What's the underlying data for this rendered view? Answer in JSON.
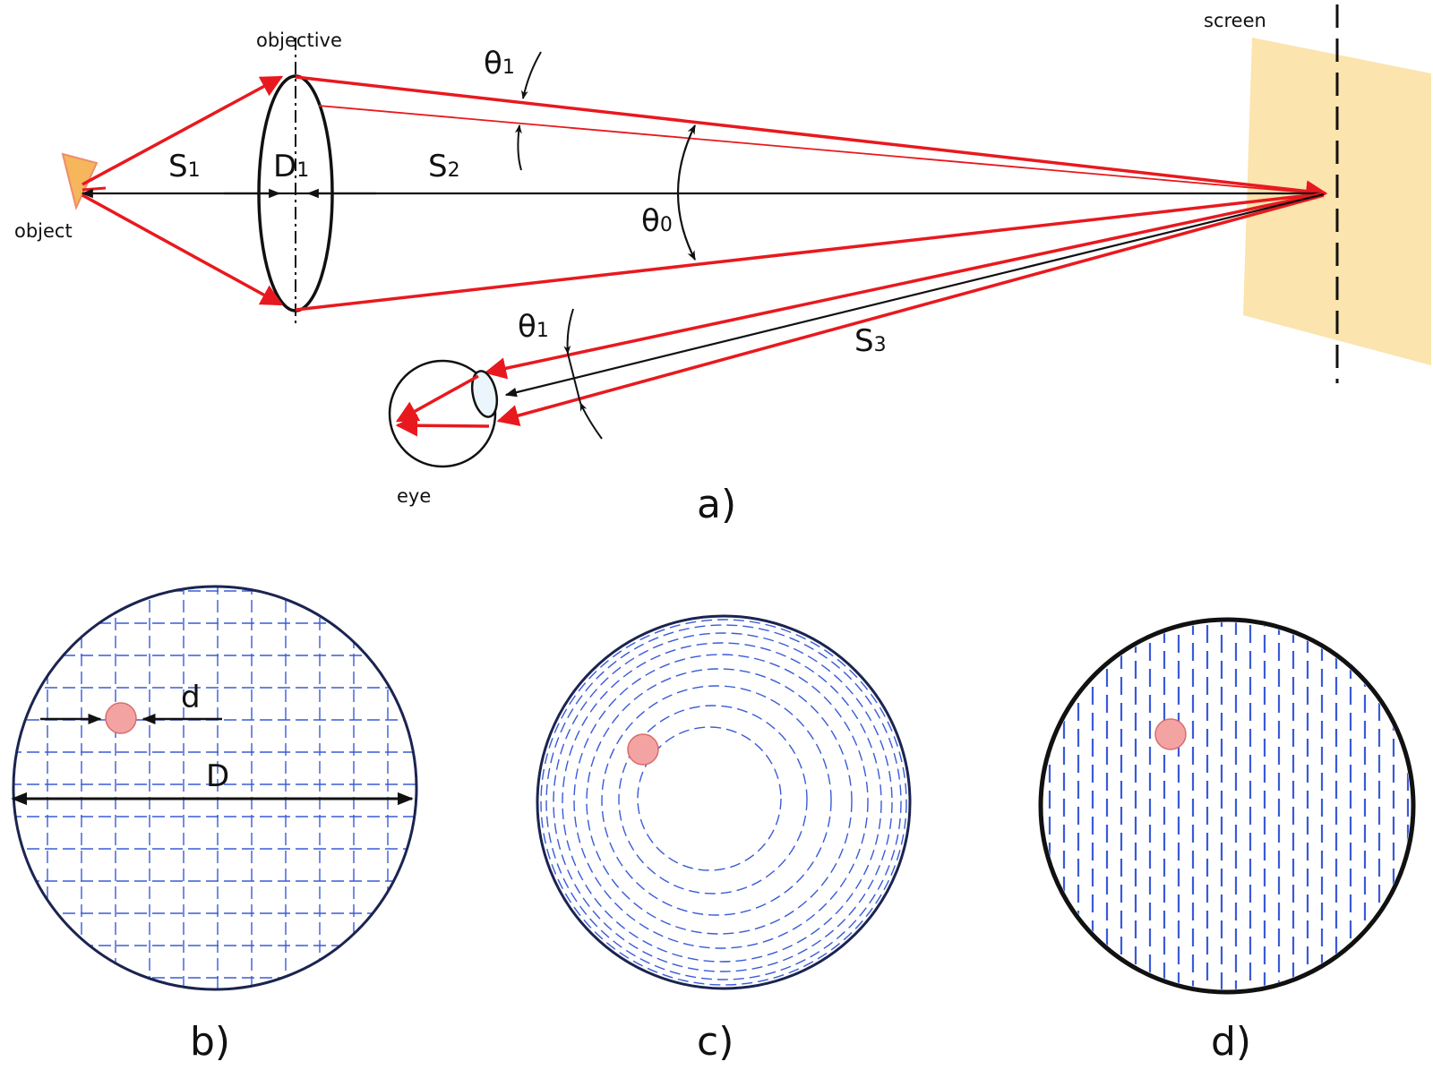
{
  "colors": {
    "ray": "#e8191e",
    "axis": "#111111",
    "screen": "#fbe4ad",
    "object": "#f6b65c",
    "grid_line": "#3a5bd6",
    "spot": "#f4a3a3",
    "aperture_border": "#1b2450"
  },
  "panel_a": {
    "caption": "a)",
    "labels": {
      "object": "object",
      "objective": "objective",
      "screen": "screen",
      "eye": "eye"
    },
    "symbols": {
      "s1": {
        "base": "S",
        "sub": "1"
      },
      "s2": {
        "base": "S",
        "sub": "2"
      },
      "s3": {
        "base": "S",
        "sub": "3"
      },
      "d1": {
        "base": "D",
        "sub": "1"
      },
      "theta0": {
        "base": "θ",
        "sub": "0"
      },
      "theta1_top": {
        "base": "θ",
        "sub": "1"
      },
      "theta1_bottom": {
        "base": "θ",
        "sub": "1"
      }
    }
  },
  "panel_b": {
    "caption": "b)",
    "pattern": "dashed square grid",
    "label_small": "d",
    "label_large": "D"
  },
  "panel_c": {
    "caption": "c)",
    "pattern": "dashed concentric rings"
  },
  "panel_d": {
    "caption": "d)",
    "pattern": "dashed vertical lines"
  }
}
